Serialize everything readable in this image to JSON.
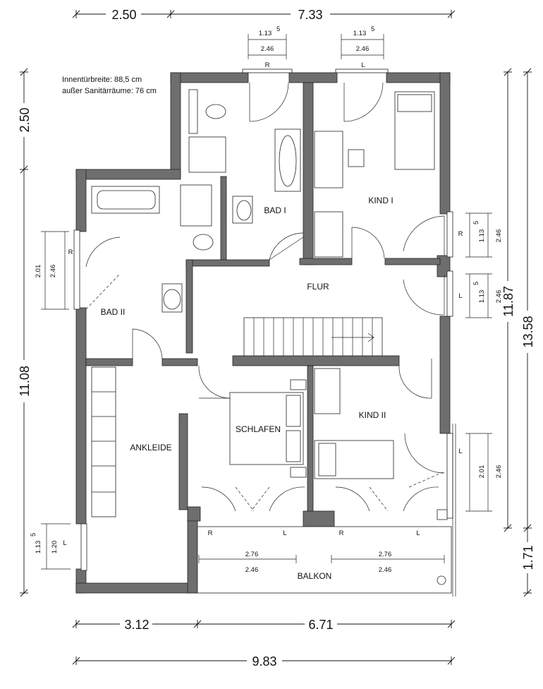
{
  "note": {
    "line1": "Innentürbreite: 88,5 cm",
    "line2": "außer Sanitärräume: 76 cm"
  },
  "rooms": {
    "bad1": "BAD I",
    "bad2": "BAD II",
    "kind1": "KIND I",
    "kind2": "KIND II",
    "flur": "FLUR",
    "schlafen": "SCHLAFEN",
    "ankleide": "ANKLEIDE",
    "balkon": "BALKON"
  },
  "dims": {
    "top_left": "2.50",
    "top_right": "7.33",
    "bottom_left": "3.12",
    "bottom_right": "6.71",
    "bottom_total": "9.83",
    "left_upper": "2.50",
    "left_lower": "11.08",
    "right_main": "11.87",
    "right_total": "13.58",
    "right_balcony": "1.71"
  },
  "windows": {
    "top1": {
      "a": "1.13",
      "a_sup": "5",
      "b": "2.46",
      "side": "R"
    },
    "top2": {
      "a": "1.13",
      "a_sup": "5",
      "b": "2.46",
      "side": "L"
    },
    "left1": {
      "a": "2.01",
      "b": "2.46",
      "side": "R"
    },
    "left2": {
      "a": "1.13",
      "a_sup": "5",
      "b": "1.20",
      "side": "L"
    },
    "right1": {
      "a": "1.13",
      "a_sup": "5",
      "b": "2.46",
      "side": "R"
    },
    "right2": {
      "a": "1.13",
      "a_sup": "5",
      "b": "2.46",
      "side": "L"
    },
    "right3": {
      "a": "2.01",
      "b": "2.46",
      "side": "L"
    }
  },
  "balcony_doors": {
    "left": {
      "a": "2.76",
      "b": "2.46"
    },
    "right": {
      "a": "2.76",
      "b": "2.46"
    },
    "labels": [
      "R",
      "L",
      "R",
      "L"
    ]
  }
}
